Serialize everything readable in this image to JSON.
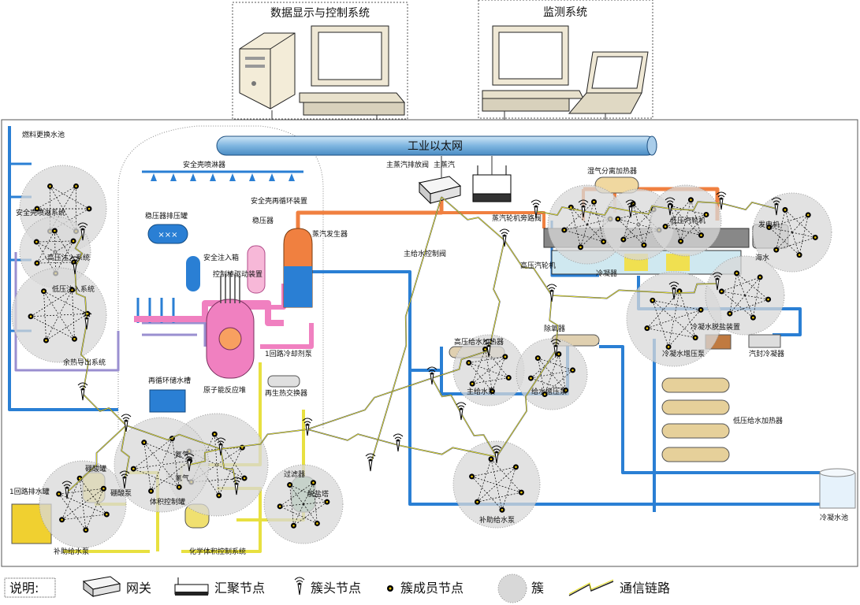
{
  "top_boxes": {
    "control": {
      "title": "数据显示与控制系统"
    },
    "monitor": {
      "title": "监测系统"
    }
  },
  "ethernet": {
    "label": "工业以太网"
  },
  "labels": {
    "fuel_pool": "燃料更换水池",
    "containment_spray": "安全壳喷淋器",
    "recirc_device": "安全壳再循环装置",
    "pressurizer_relief": "稳压器排压罐",
    "pressurizer": "稳压器",
    "safety_injection_tank": "安全注入箱",
    "rod_drive": "控制棒驱动装置",
    "pressurizer2": "稳压器",
    "steam_generator": "蒸汽发生器",
    "reactor": "原子能反应堆",
    "primary_pump": "1回路冷却剂泵",
    "regen_hx": "再生热交换器",
    "recirc_tank": "再循环储水槽",
    "spray_sys": "安全壳喷淋系统",
    "hp_inject": "高压注入系统",
    "lp_inject": "低压注入系统",
    "residual": "余热导出系统",
    "main_steam_relief": "主蒸汽排放阀",
    "main_steam": "主蒸汽",
    "turbine_bypass": "蒸汽轮机旁路阀",
    "moisture_sep": "湿气分离加热器",
    "hp_turbine": "高压汽轮机",
    "lp_turbine": "低压汽轮机",
    "generator": "发电机",
    "seawater": "海水",
    "condenser": "冷凝器",
    "feed_ctrl_valve": "主给水控制阀",
    "hp_feed_heater": "高压给水加热器",
    "deaerator": "除氧器",
    "main_feed_pump": "主给水泵",
    "feed_booster": "给水增压泵",
    "condensate_demin": "冷凝水脱盐装置",
    "condensate_pump": "冷凝水增压泵",
    "gland_condenser": "汽封冷凝器",
    "lp_feed_heater": "低压给水加热器",
    "condensate_pool": "冷凝水池",
    "aux_feed_pump": "补助给水泵",
    "primary_drain": "1回路排水罐",
    "boric_tank": "硼酸罐",
    "aux_feed_pump2": "补助给水泵",
    "nitrogen": "氮气",
    "hydrogen": "氢气",
    "volume_ctrl": "体积控制罐",
    "chem_volume": "化学体积控制系统",
    "demin": "脱盐塔",
    "filter": "过滤器",
    "boric_pump": "硼酸泵"
  },
  "legend": {
    "title": "说明:",
    "items": [
      {
        "icon": "gateway-icon",
        "label": "网关"
      },
      {
        "icon": "sink-node-icon",
        "label": "汇聚节点"
      },
      {
        "icon": "cluster-head-icon",
        "label": "簇头节点"
      },
      {
        "icon": "member-node-icon",
        "label": "簇成员节点"
      },
      {
        "icon": "cluster-icon",
        "label": "簇"
      },
      {
        "icon": "comm-link-icon",
        "label": "通信链路"
      }
    ]
  },
  "colors": {
    "primary_loop": "#f080c0",
    "feedwater": "#2a7fd4",
    "steam": "#f08040",
    "chem": "#e8e040",
    "cluster_fill": "#d8d8d8",
    "link": "#e8e020"
  }
}
